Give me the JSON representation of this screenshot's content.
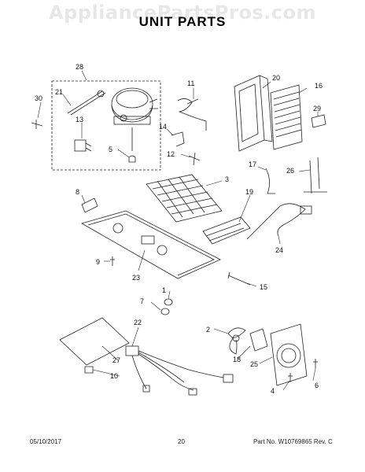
{
  "watermark": "AppliancePartsPros.com",
  "title": "UNIT PARTS",
  "footer": {
    "date": "05/10/2017",
    "page": "20",
    "part_info": "Part No. W10769865  Rev. C"
  },
  "callouts": [
    "28",
    "30",
    "21",
    "13",
    "5",
    "11",
    "20",
    "16",
    "14",
    "29",
    "12",
    "8",
    "3",
    "17",
    "26",
    "19",
    "9",
    "23",
    "24",
    "15",
    "7",
    "1",
    "22",
    "2",
    "18",
    "27",
    "25",
    "6",
    "10",
    "4"
  ],
  "colors": {
    "line": "#222222",
    "watermark": "#e7e7e7"
  }
}
